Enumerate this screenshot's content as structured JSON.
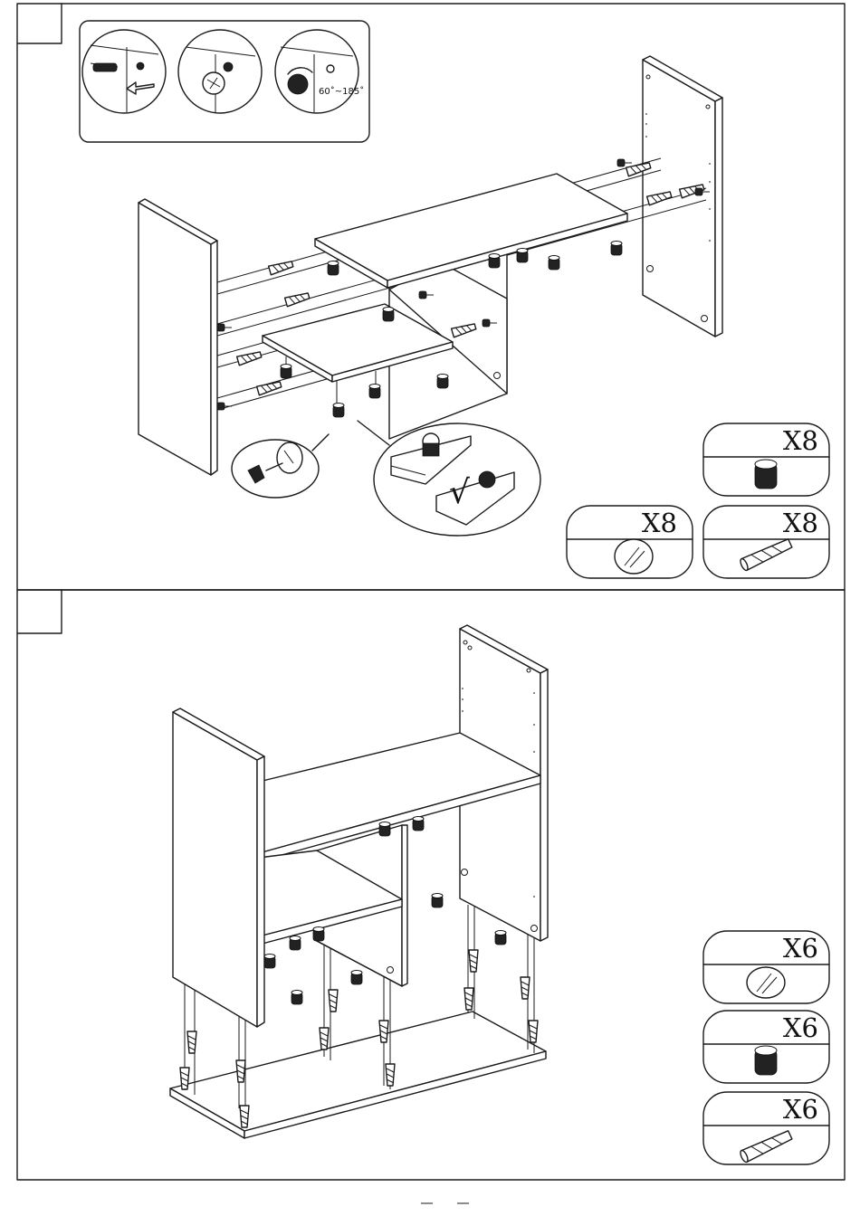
{
  "step1": {
    "cam_angle": "60˚~185˚",
    "check_mark": "√",
    "parts": [
      {
        "icon": "cam-lock-nut-icon",
        "qty": "X8"
      },
      {
        "icon": "wooden-dowel-hole-icon",
        "qty": "X8"
      },
      {
        "icon": "wooden-dowel-icon",
        "qty": "X8"
      }
    ]
  },
  "step2": {
    "parts": [
      {
        "icon": "wooden-dowel-hole-icon",
        "qty": "X6"
      },
      {
        "icon": "cam-lock-nut-icon",
        "qty": "X6"
      },
      {
        "icon": "wooden-dowel-icon",
        "qty": "X6"
      }
    ]
  },
  "colors": {
    "line": "#1a1a1a",
    "background": "#ffffff"
  }
}
